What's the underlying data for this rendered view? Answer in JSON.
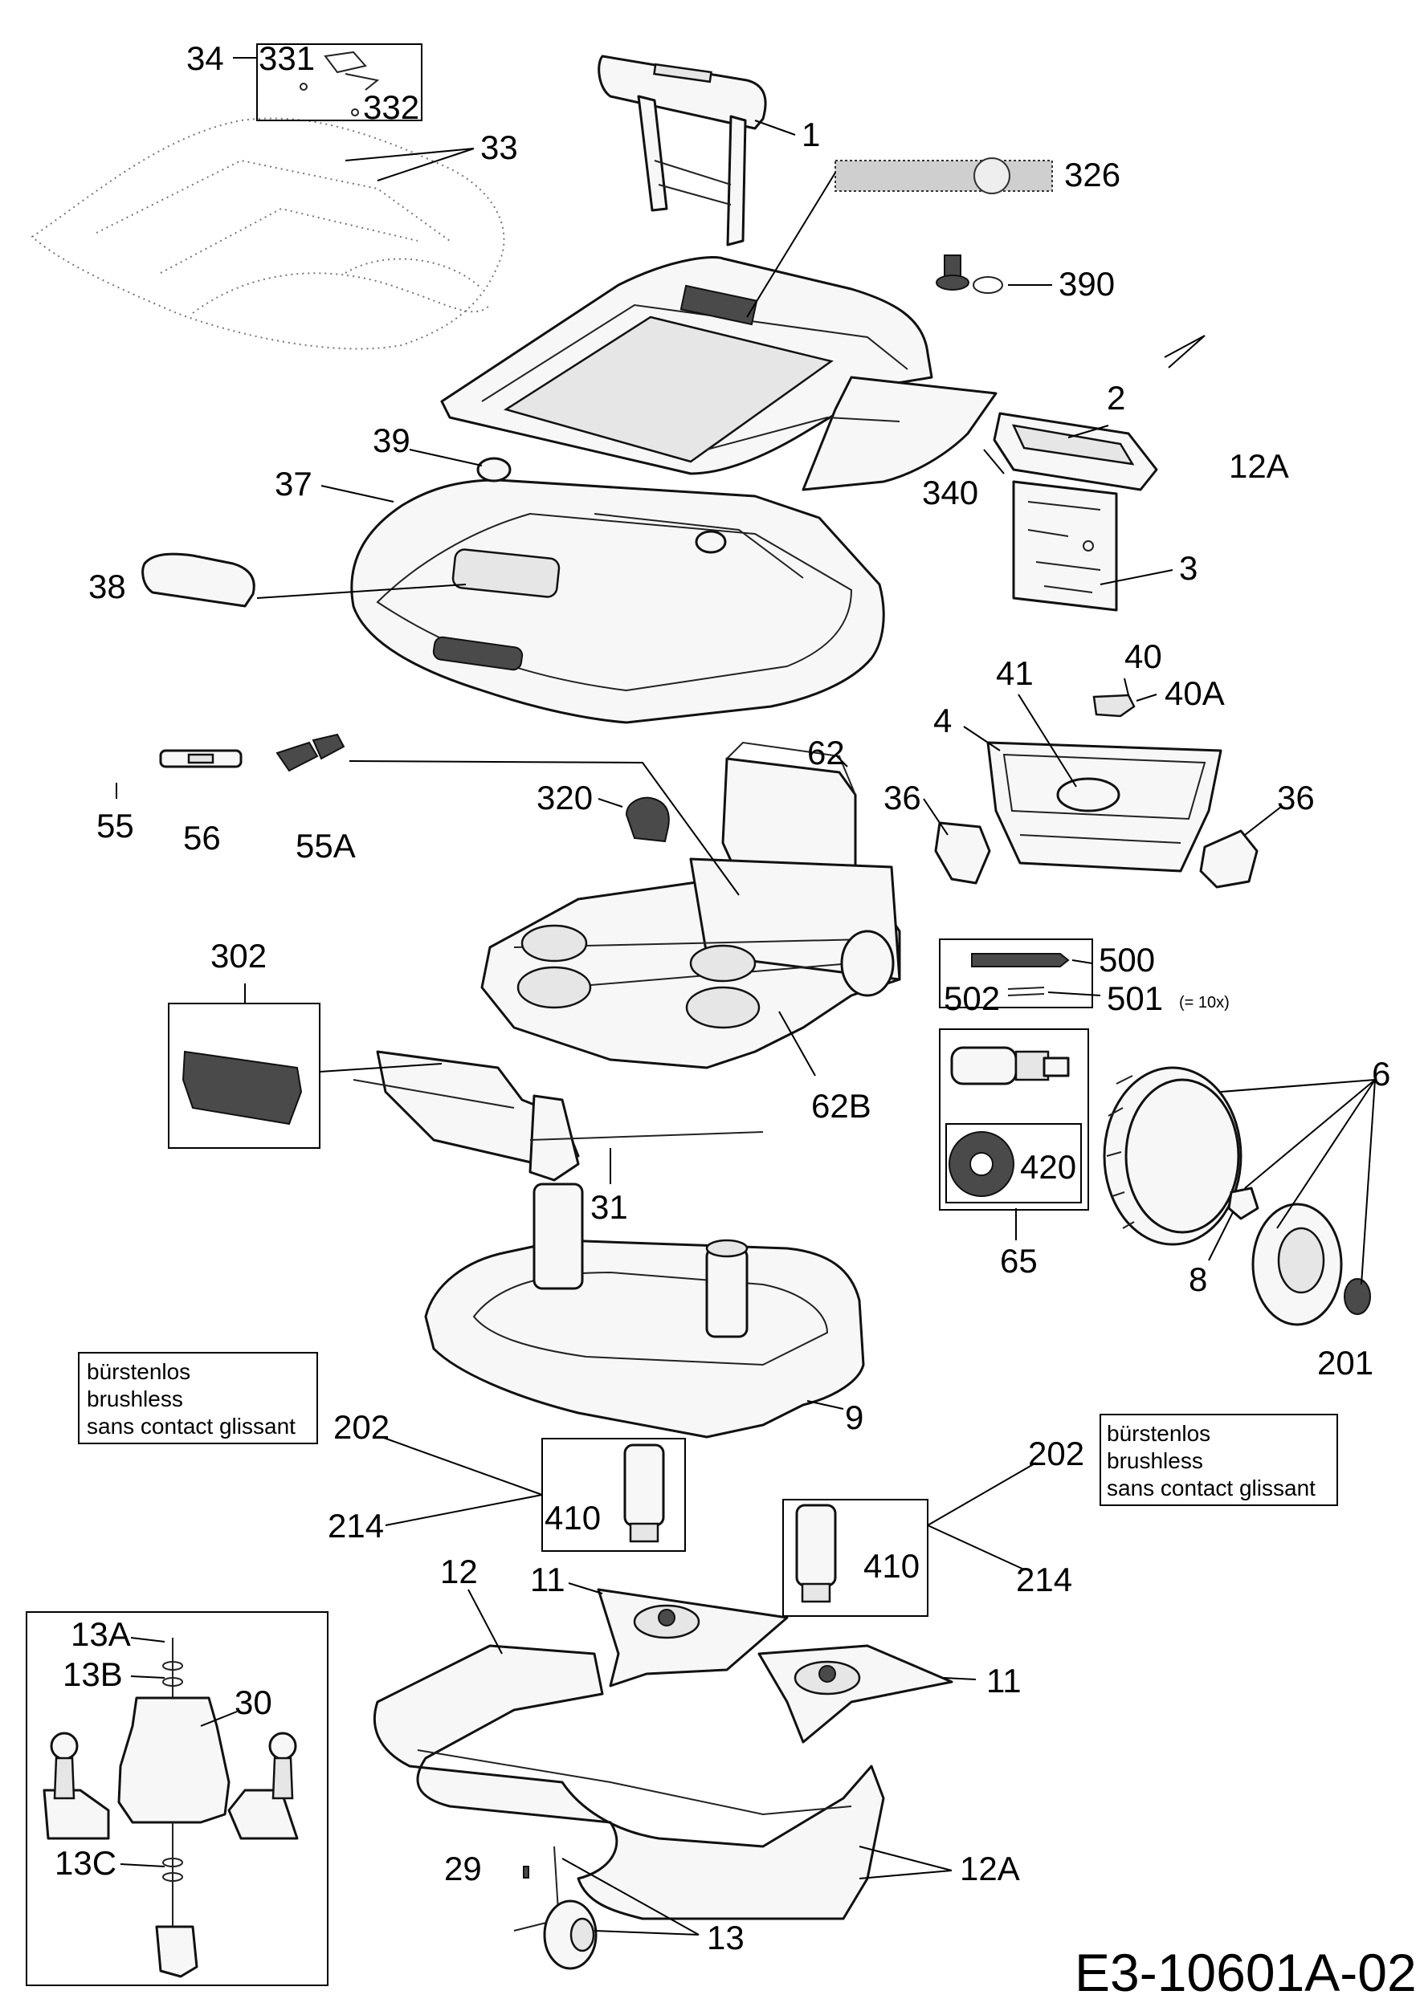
{
  "document_code": "E3-10601A-02",
  "notes": {
    "left": [
      "bürstenlos",
      "brushless",
      "sans contact glissant"
    ],
    "right": [
      "bürstenlos",
      "brushless",
      "sans contact glissant"
    ]
  },
  "quantity_note": "(= 10x)",
  "callouts": {
    "c34": "34",
    "c331": "331",
    "c332": "332",
    "c33": "33",
    "c1": "1",
    "c326": "326",
    "c390": "390",
    "c2": "2",
    "c12A_top": "12A",
    "c340": "340",
    "c3": "3",
    "c39": "39",
    "c37": "37",
    "c38": "38",
    "c40": "40",
    "c40A": "40A",
    "c41": "41",
    "c4": "4",
    "c36a": "36",
    "c36b": "36",
    "c62": "62",
    "c320": "320",
    "c55": "55",
    "c56": "56",
    "c55A": "55A",
    "c302": "302",
    "c500": "500",
    "c502": "502",
    "c501": "501",
    "c62B": "62B",
    "c31": "31",
    "c6": "6",
    "c420": "420",
    "c65": "65",
    "c8": "8",
    "c201": "201",
    "c9": "9",
    "c202a": "202",
    "c214a": "214",
    "c410a": "410",
    "c202b": "202",
    "c214b": "214",
    "c410b": "410",
    "c12": "12",
    "c11a": "11",
    "c11b": "11",
    "c13A": "13A",
    "c13B": "13B",
    "c30": "30",
    "c13C": "13C",
    "c29": "29",
    "c13": "13",
    "c12A_bottom": "12A"
  }
}
